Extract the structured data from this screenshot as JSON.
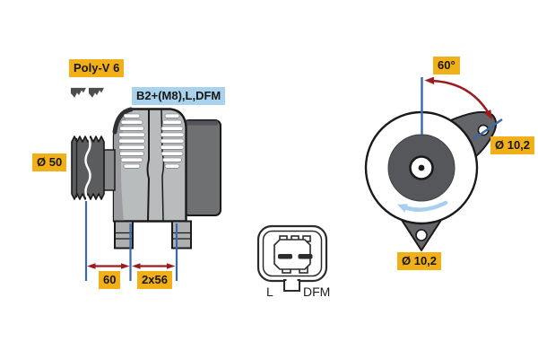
{
  "side_view": {
    "belt_type_label": "Poly-V 6",
    "terminals_label": "B2+(M8),L,DFM",
    "pulley_diameter_label": "Ø 50",
    "dim_pulley_label": "60",
    "dim_feet_label": "2x56",
    "belt_profile_icon": "poly-v-belt-profile-icon"
  },
  "front_view": {
    "mounting_angle_label": "60°",
    "top_hole_diameter_label": "Ø 10,2",
    "bottom_hole_diameter_label": "Ø 10,2"
  },
  "connector": {
    "pin_left_label": "L",
    "pin_right_label": "DFM"
  },
  "colors": {
    "label_yellow": "#F2B018",
    "label_blue": "#A9D3EC",
    "dimension_blue": "#3A68A8",
    "arrow_dark_red": "#9C1B1E",
    "rotation_arrow_blue": "#A7CFEF",
    "body_gray": "#B9BCBD",
    "dark_gray": "#6E7072",
    "outline_black": "#1A1A1A"
  }
}
